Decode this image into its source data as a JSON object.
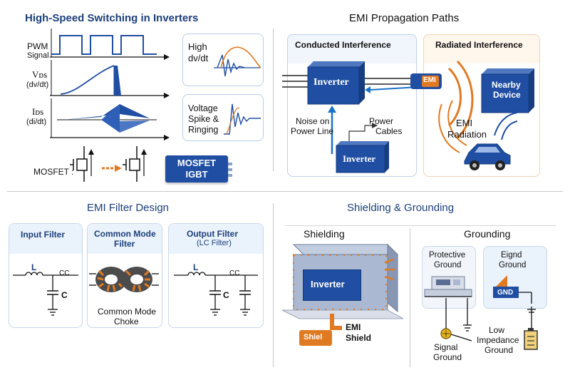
{
  "sections": {
    "switching": {
      "title": "High-Speed Switching in Inverters",
      "pwm_label": "PWM",
      "signal_label": "Signal",
      "vds_label": "Vᴅs",
      "dvdt_label": "(dv/dt)",
      "ids_label": "Iᴅs",
      "didt_label": "(di/dt)",
      "high_dvdt_line1": "High",
      "high_dvdt_line2": "dv/dt",
      "spike_line1": "Voltage",
      "spike_line2": "Spike &",
      "spike_line3": "Ringing",
      "mosfet_label": "MOSFET :",
      "chip_line1": "MOSFET",
      "chip_line2": "IGBT"
    },
    "emi_paths": {
      "title": "EMI Propagation Paths",
      "conducted_title": "Conducted Interference",
      "radiated_title": "Radiated Interference",
      "inverter_top": "Inverter",
      "inverter_bottom": "Inverter",
      "noise_line1": "Noise on",
      "noise_line2": "Power Line",
      "power_line1": "Power",
      "power_line2": "Cables",
      "emi_tag": "EMI",
      "nearby_line1": "Nearby",
      "nearby_line2": "Device",
      "radiation_line1": "EMI",
      "radiation_line2": "Radiation"
    },
    "filter": {
      "title": "EMI Filter Design",
      "input_title": "Input Filter",
      "cm_title_line1": "Common Mode",
      "cm_title_line2": "Filter",
      "output_title_line1": "Output Filter",
      "output_title_line2": "(LC Filter)",
      "l_label": "L",
      "cc_label": "CC",
      "c_label": "C",
      "l_label_out": "L",
      "cc_label_out": "CC",
      "c_label_out": "C",
      "choke_line1": "Common Mode",
      "choke_line2": "Choke"
    },
    "shielding": {
      "title": "Shielding & Grounding",
      "shielding_label": "Shielding",
      "grounding_label": "Grounding",
      "inverter_label": "Inverter",
      "shield_tag": "Shiel",
      "emi_shield_line1": "EMI",
      "emi_shield_line2": "Shield",
      "protective_line1": "Protective",
      "protective_line2": "Ground",
      "eignd_line1": "Eignd",
      "eignd_line2": "Ground",
      "gnd_label": "GND",
      "signal_ground_line1": "Signal",
      "signal_ground_line2": "Ground",
      "low_line1": "Low",
      "low_line2": "Impedance",
      "low_line3": "Ground"
    }
  },
  "colors": {
    "title_blue": "#1c3f7a",
    "box_blue": "#1f4ea3",
    "accent_orange": "#e07a22",
    "panel_tint": "#eaf2fb"
  }
}
